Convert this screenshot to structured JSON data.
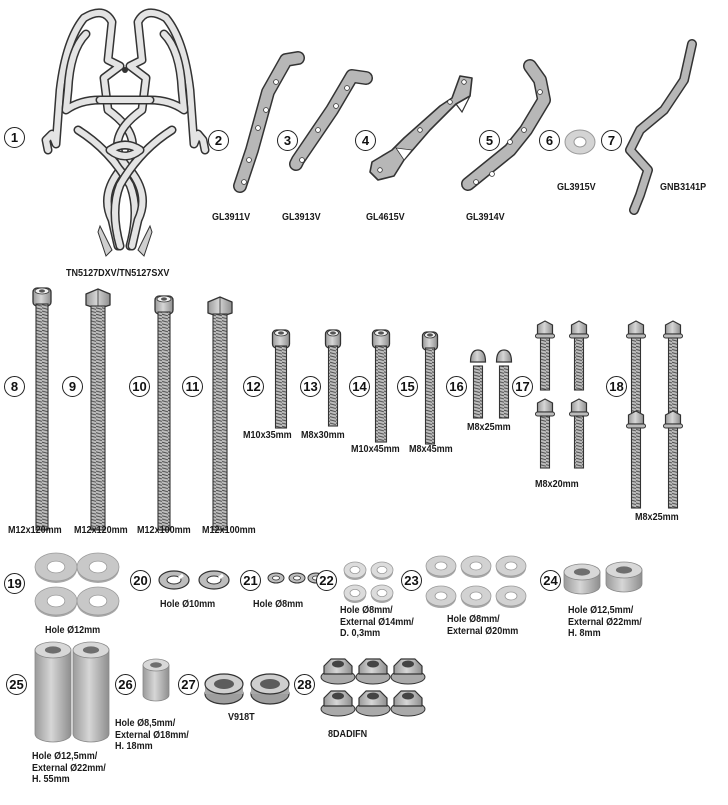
{
  "colors": {
    "part_fill": "#b7b7b7",
    "part_light": "#d8d8d8",
    "outline": "#333333",
    "text": "#1a1a1a"
  },
  "parts": [
    {
      "number": "1",
      "code": "TN5127DXV/TN5127SXV"
    },
    {
      "number": "2",
      "code": "GL3911V"
    },
    {
      "number": "3",
      "code": "GL3913V"
    },
    {
      "number": "4",
      "code": "GL4615V"
    },
    {
      "number": "5",
      "code": "GL3914V"
    },
    {
      "number": "6",
      "code": "GL3915V"
    },
    {
      "number": "7",
      "code": "GNB3141P"
    },
    {
      "number": "8",
      "code": "M12x120mm"
    },
    {
      "number": "9",
      "code": "M12x120mm"
    },
    {
      "number": "10",
      "code": "M12x100mm"
    },
    {
      "number": "11",
      "code": "M12x100mm"
    },
    {
      "number": "12",
      "code": "M10x35mm"
    },
    {
      "number": "13",
      "code": "M8x30mm"
    },
    {
      "number": "14",
      "code": "M10x45mm"
    },
    {
      "number": "15",
      "code": "M8x45mm"
    },
    {
      "number": "16",
      "code": "M8x25mm"
    },
    {
      "number": "17",
      "code": "M8x20mm"
    },
    {
      "number": "18",
      "code": "M8x25mm"
    },
    {
      "number": "19",
      "code": "Hole Ø12mm"
    },
    {
      "number": "20",
      "code": "Hole Ø10mm"
    },
    {
      "number": "21",
      "code": "Hole Ø8mm"
    },
    {
      "number": "22",
      "code": "Hole Ø8mm/\nExternal Ø14mm/\nD. 0,3mm"
    },
    {
      "number": "23",
      "code": "Hole Ø8mm/\nExternal Ø20mm"
    },
    {
      "number": "24",
      "code": "Hole Ø12,5mm/\nExternal Ø22mm/\nH. 8mm"
    },
    {
      "number": "25",
      "code": "Hole Ø12,5mm/\nExternal Ø22mm/\nH. 55mm"
    },
    {
      "number": "26",
      "code": "Hole Ø8,5mm/\nExternal Ø18mm/\nH. 18mm"
    },
    {
      "number": "27",
      "code": "V918T"
    },
    {
      "number": "28",
      "code": "8DADIFN"
    }
  ]
}
